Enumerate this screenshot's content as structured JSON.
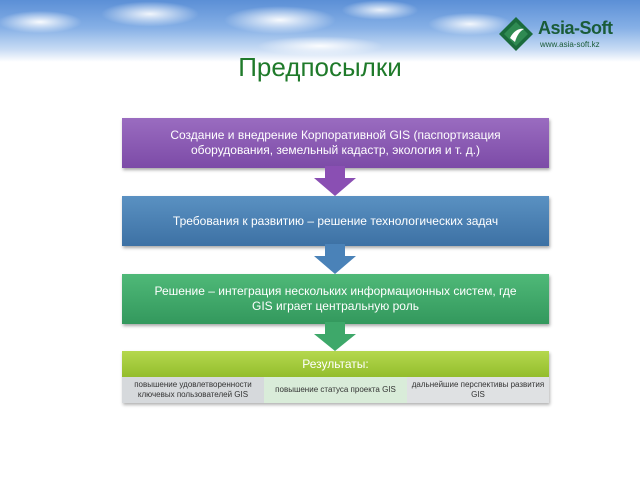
{
  "header": {
    "logo": {
      "name": "Asia-Soft",
      "url": "www.asia-soft.kz",
      "icon": "asia-soft-diamond-logo-icon"
    },
    "title": "Предпосылки"
  },
  "flow": {
    "steps": [
      {
        "text": "Создание и внедрение Корпоративной GIS (паспортизация оборудования, земельный кадастр, экология и т. д.)",
        "color": "#7c4ba7"
      },
      {
        "text": "Требования к развитию – решение технологических задач",
        "color": "#3d71a4"
      },
      {
        "text": "Решение – интеграция нескольких информационных систем, где GIS играет центральную роль",
        "color": "#33985d"
      }
    ],
    "arrow_icon": "down-arrow-icon"
  },
  "results": {
    "title": "Результаты:",
    "color": "#93bd2c",
    "items": [
      "повышение удовлетворенности ключевых пользователей GIS",
      "повышение статуса проекта GIS",
      "дальнейшие перспективы развития GIS"
    ]
  }
}
